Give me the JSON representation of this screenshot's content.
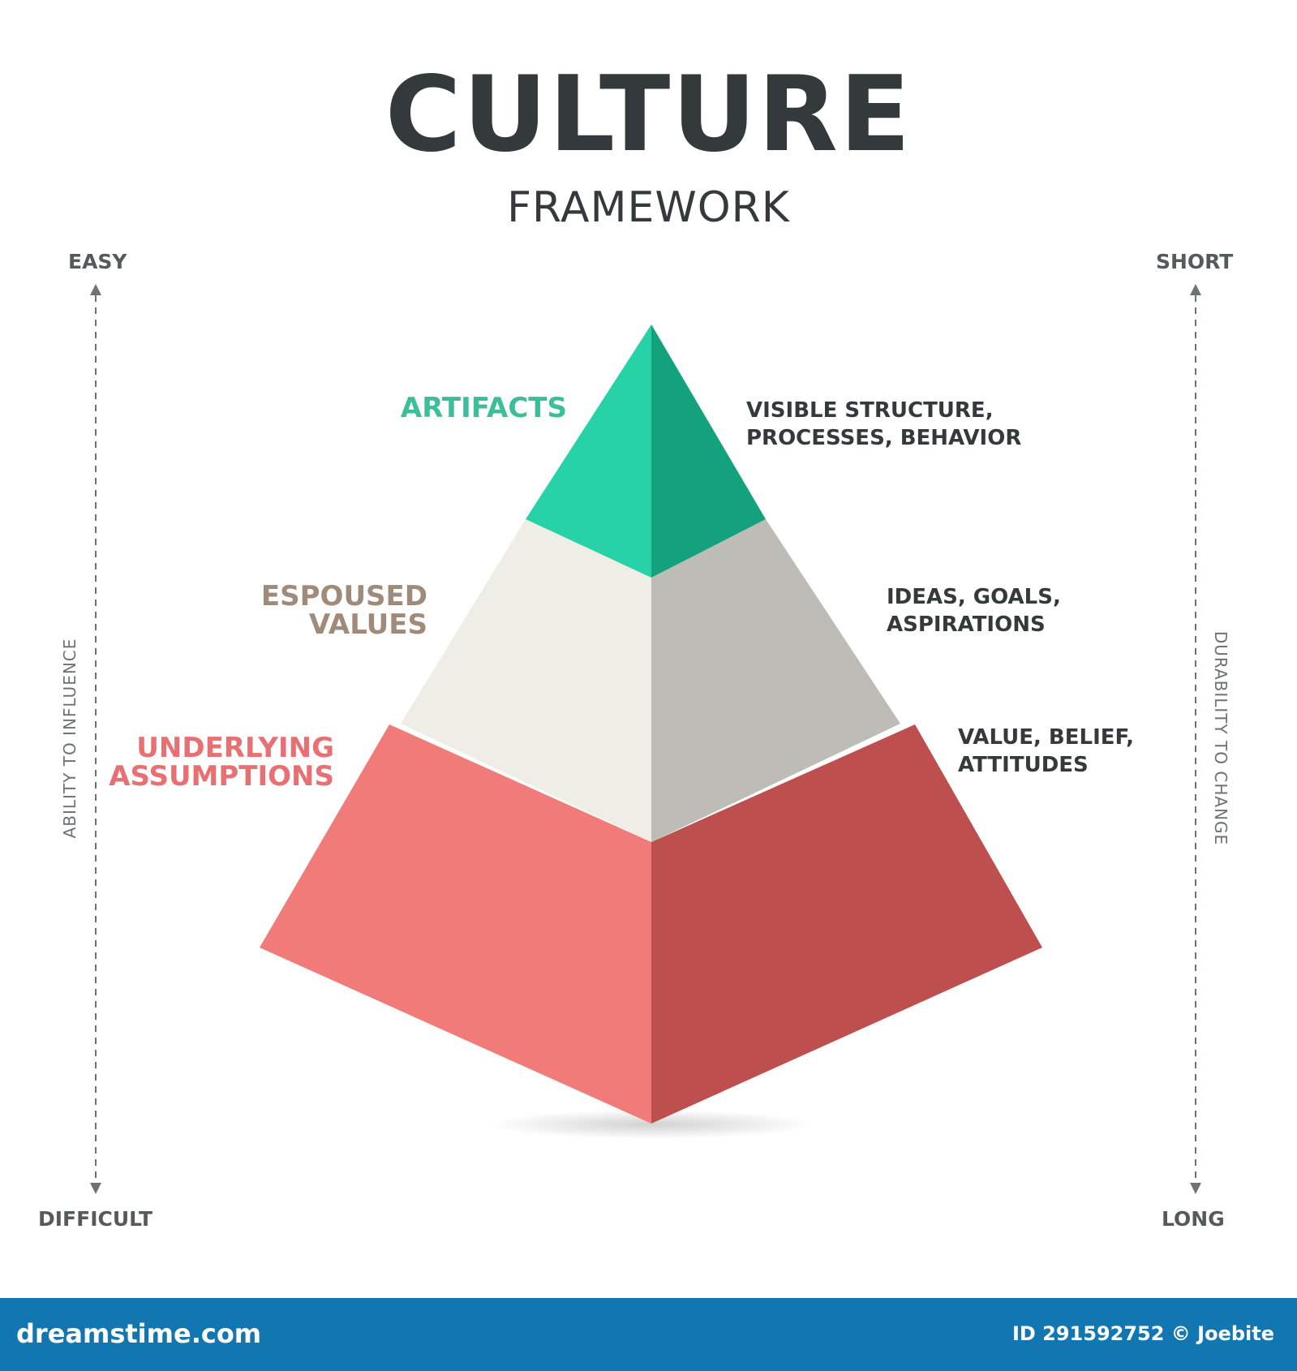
{
  "header": {
    "title": "CULTURE",
    "subtitle": "FRAMEWORK"
  },
  "left_axis": {
    "top": "EASY",
    "bottom": "DIFFICULT",
    "label": "ABILITY TO INFLUENCE"
  },
  "right_axis": {
    "top": "SHORT",
    "bottom": "LONG",
    "label": "DURABILITY TO CHANGE"
  },
  "layers": [
    {
      "name_lines": [
        "ARTIFACTS"
      ],
      "desc_lines": [
        "VISIBLE STRUCTURE,",
        "PROCESSES, BEHAVIOR"
      ],
      "color": "#3bbf98"
    },
    {
      "name_lines": [
        "ESPOUSED",
        "VALUES"
      ],
      "desc_lines": [
        "IDEAS, GOALS,",
        "ASPIRATIONS"
      ],
      "color": "#a08a7a"
    },
    {
      "name_lines": [
        "UNDERLYING",
        "ASSUMPTIONS"
      ],
      "desc_lines": [
        "VALUE, BELIEF,",
        "ATTITUDES"
      ],
      "color": "#e87073"
    }
  ],
  "colors": {
    "top_left": "#27d2a6",
    "top_right": "#13a27d",
    "mid_left": "#efeee6",
    "mid_right": "#bdbcb6",
    "bot_left": "#f07b78",
    "bot_right": "#bd504e",
    "footer": "#1277b0"
  },
  "footer": {
    "brand_left": "dre",
    "brand_right": "amstime.com",
    "id_text": "ID 291592752 © Joebite"
  }
}
